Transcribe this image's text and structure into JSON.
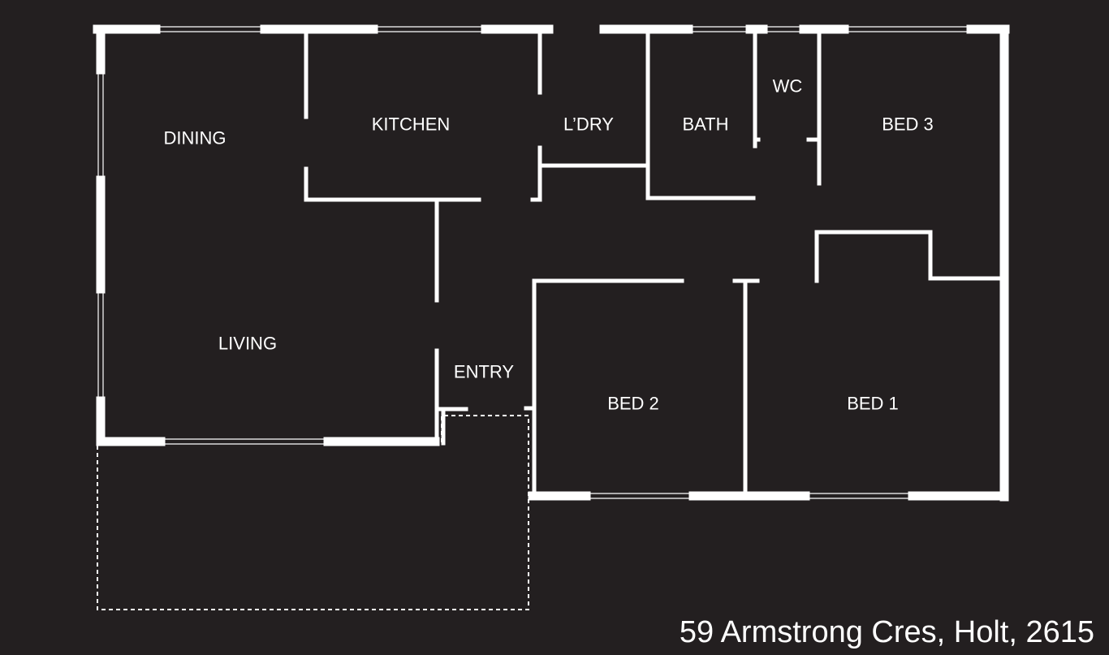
{
  "colors": {
    "background": "#231f20",
    "wall": "#ffffff",
    "window": "#ffffff",
    "dashed_outline": "#ffffff"
  },
  "rooms": {
    "dining": "DINING",
    "kitchen": "KITCHEN",
    "laundry": "L’DRY",
    "bath": "BATH",
    "wc": "WC",
    "bed3": "BED 3",
    "living": "LIVING",
    "entry": "ENTRY",
    "bed2": "BED 2",
    "bed1": "BED 1"
  },
  "address": "59 Armstrong Cres, Holt, 2615"
}
